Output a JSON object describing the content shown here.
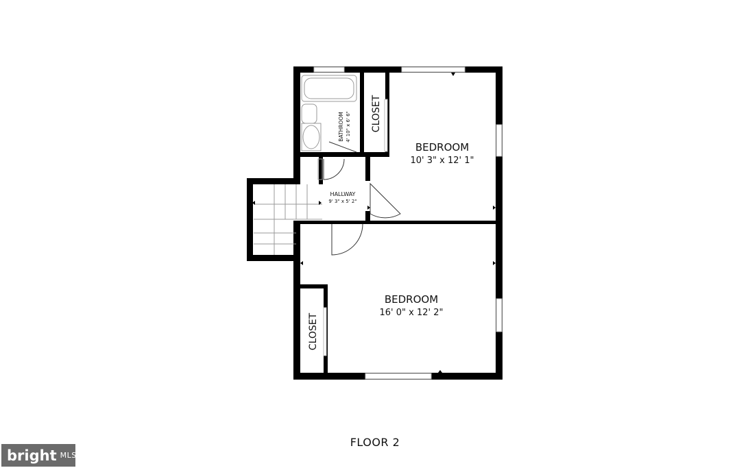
{
  "floor_label": "FLOOR 2",
  "watermark": {
    "brand": "bright",
    "suffix": "MLS"
  },
  "rooms": {
    "bedroom_top": {
      "name": "BEDROOM",
      "dims": "10' 3\" x 12' 1\""
    },
    "bedroom_bottom": {
      "name": "BEDROOM",
      "dims": "16' 0\" x 12' 2\""
    },
    "bathroom": {
      "name": "BATHROOM",
      "dims": "4' 10\" x 6' 6\""
    },
    "hallway": {
      "name": "HALLWAY",
      "dims": "9' 3\" x 5' 2\""
    },
    "closet_top": {
      "name": "CLOSET"
    },
    "closet_bottom": {
      "name": "CLOSET"
    }
  }
}
